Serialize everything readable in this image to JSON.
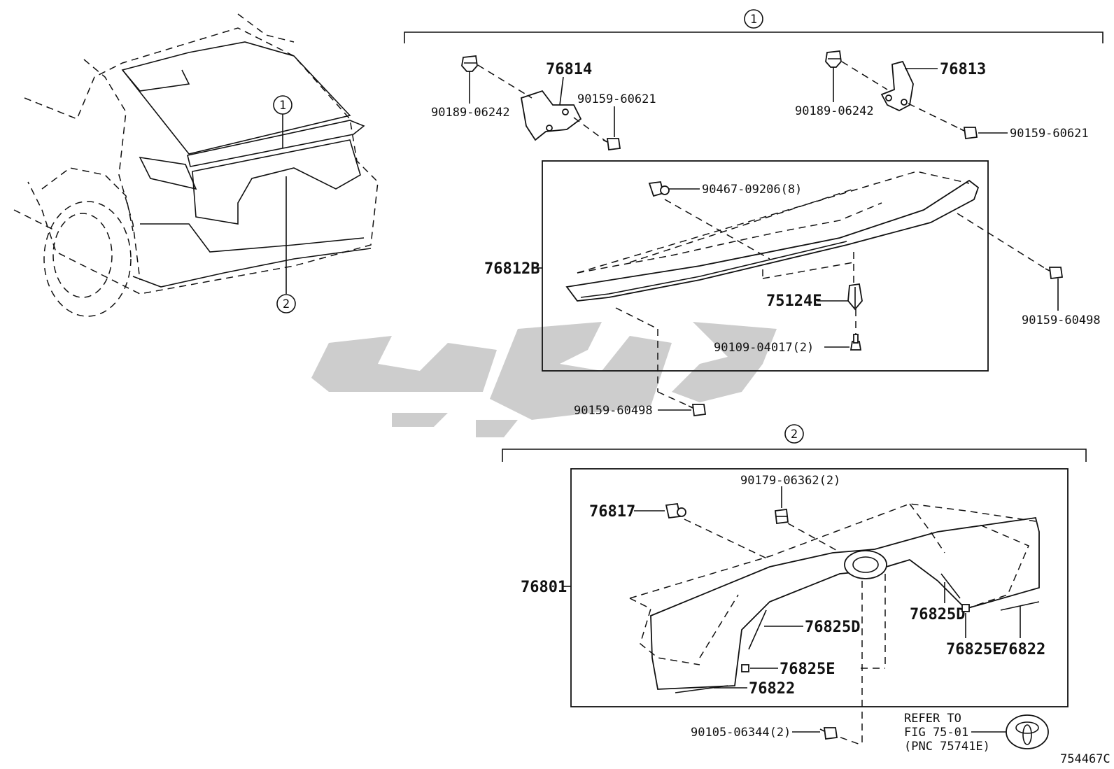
{
  "callouts": {
    "one": "1",
    "two": "2"
  },
  "parts": {
    "p76814": "76814",
    "p76813": "76813",
    "p90189_a": "90189-06242",
    "p90189_b": "90189-06242",
    "p90159_60621_a": "90159-60621",
    "p90159_60621_b": "90159-60621",
    "p90467": "90467-09206(8)",
    "p76812B": "76812B",
    "p75124E": "75124E",
    "p90159_60498_a": "90159-60498",
    "p90159_60498_b": "90159-60498",
    "p90109": "90109-04017(2)",
    "p90179": "90179-06362(2)",
    "p76817": "76817",
    "p76801": "76801",
    "p76825D_a": "76825D",
    "p76825D_b": "76825D",
    "p76825E_a": "76825E",
    "p76825E_b": "76825E",
    "p76822_a": "76822",
    "p76822_b": "76822",
    "p90105": "90105-06344(2)"
  },
  "refer": {
    "line1": "REFER TO",
    "line2": "FIG 75-01",
    "line3": "(PNC 75741E)"
  },
  "figure_id": "754467C",
  "icons": [
    "toyota-emblem-icon",
    "clip-icon",
    "bolt-icon",
    "screw-icon"
  ]
}
